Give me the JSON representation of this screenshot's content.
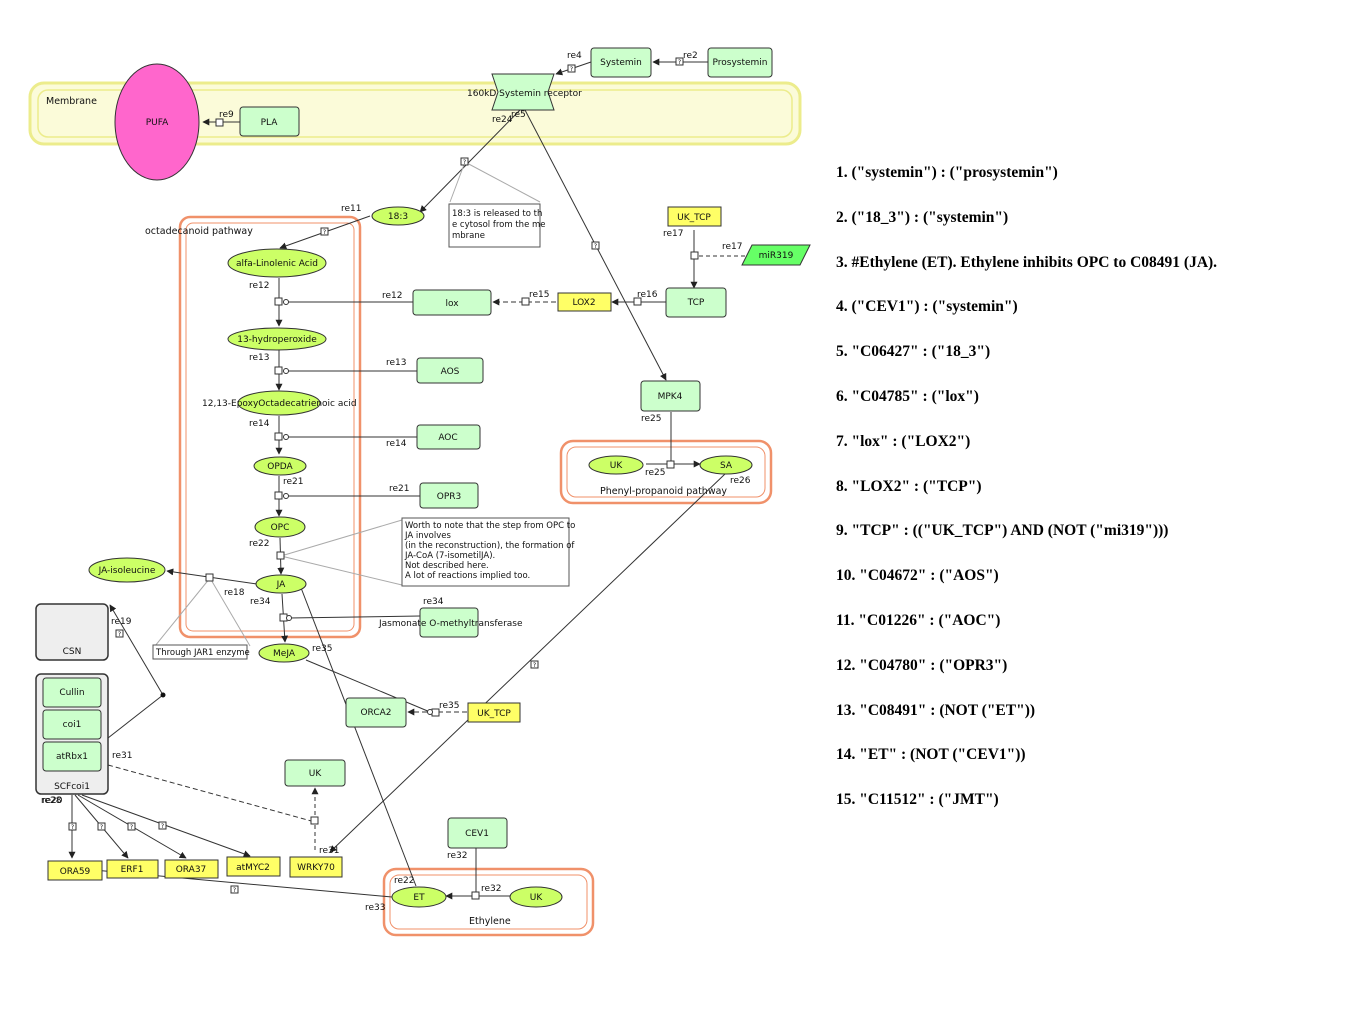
{
  "compartments": {
    "membrane": "Membrane",
    "octadecanoid": "octadecanoid pathway",
    "phenyl": "Phenyl-propanoid pathway",
    "ethylene": "Ethylene",
    "scf": "SCFcoi1"
  },
  "species": {
    "pufa": "PUFA",
    "pla": "PLA",
    "receptor": "160kD Systemin receptor",
    "systemin": "Systemin",
    "prosystemin": "Prosystemin",
    "s183": "18:3",
    "alfa": "alfa-Linolenic Acid",
    "hydroperoxide": "13-hydroperoxide",
    "epoxy": "12,13-EpoxyOctadecatrienoic acid",
    "opda": "OPDA",
    "opc": "OPC",
    "ja": "JA",
    "meja": "MeJA",
    "jaile": "JA-isoleucine",
    "lox": "lox",
    "aos": "AOS",
    "aoc": "AOC",
    "opr3": "OPR3",
    "jmt": "Jasmonate O-methyltransferase",
    "lox2": "LOX2",
    "tcp": "TCP",
    "uktcp": "UK_TCP",
    "mir": "miR319",
    "mpk4": "MPK4",
    "uk_phenyl": "UK",
    "sa": "SA",
    "csn": "CSN",
    "cullin": "Cullin",
    "coi1": "coi1",
    "atrbx1": "atRbx1",
    "orca2": "ORCA2",
    "uktcp2": "UK_TCP",
    "uk_top": "UK",
    "cev1": "CEV1",
    "et": "ET",
    "uk_eth": "UK",
    "ora59": "ORA59",
    "erf1": "ERF1",
    "ora37": "ORA37",
    "atmyc2": "atMYC2",
    "wrky70": "WRKY70"
  },
  "reactions": {
    "re2": "re2",
    "re4": "re4",
    "re5": "re5",
    "re9": "re9",
    "re24": "re24",
    "re11": "re11",
    "re12a": "re12",
    "re12b": "re12",
    "re13a": "re13",
    "re13b": "re13",
    "re14a": "re14",
    "re14b": "re14",
    "re21a": "re21",
    "re21b": "re21",
    "re22a": "re22",
    "re18": "re18",
    "re34a": "re34",
    "re34b": "re34",
    "re15": "re15",
    "re16": "re16",
    "re17a": "re17",
    "re17b": "re17",
    "re25a": "re25",
    "re25b": "re25",
    "re26": "re26",
    "re19": "re19",
    "re35a": "re35",
    "re35b": "re35",
    "re31a": "re31",
    "re31b": "re31",
    "re32a": "re32",
    "re32b": "re32",
    "re22b": "re22",
    "re33": "re33",
    "re28": "re28",
    "re20": "re20",
    "q": "?"
  },
  "notes": {
    "note1": [
      "18:3 is released to th",
      "e cytosol from the me",
      "mbrane"
    ],
    "note2": [
      "Worth to note that the step from OPC to",
      "JA involves",
      "(in the reconstruction), the formation of",
      "JA-CoA (7-isometilJA).",
      "Not described here.",
      "A lot of reactions implied too."
    ],
    "note3": "Through JAR1 enzyme"
  },
  "colors": {
    "membrane_fill": "#fbfbd9",
    "membrane_border": "#ecec8c",
    "compartment_border": "#f0916a",
    "protein_fill": "#ccffcc",
    "gene_fill": "#ffff66",
    "simple_fill": "#ccff66",
    "pufa_fill": "#ff66cc",
    "rna_fill": "#66ff66"
  },
  "rules": [
    "1. (\"systemin\") : (\"prosystemin\")",
    "2. (\"18_3\") : (\"systemin\")",
    "3. #Ethylene (ET). Ethylene inhibits OPC to C08491 (JA).",
    "4. (\"CEV1\") : (\"systemin\")",
    "5. \"C06427\" : (\"18_3\")",
    "6. \"C04785\" : (\"lox\")",
    "7. \"lox\" : (\"LOX2\")",
    "8. \"LOX2\" : (\"TCP\")",
    "9. \"TCP\" : ((\"UK_TCP\") AND (NOT (\"mi319\")))",
    "10. \"C04672\" : (\"AOS\")",
    "11. \"C01226\" : (\"AOC\")",
    "12. \"C04780\" : (\"OPR3\")",
    "13. \"C08491\" : (NOT (\"ET\"))",
    "14. \"ET\" : (NOT (\"CEV1\"))",
    "15. \"C11512\" : (\"JMT\")"
  ]
}
